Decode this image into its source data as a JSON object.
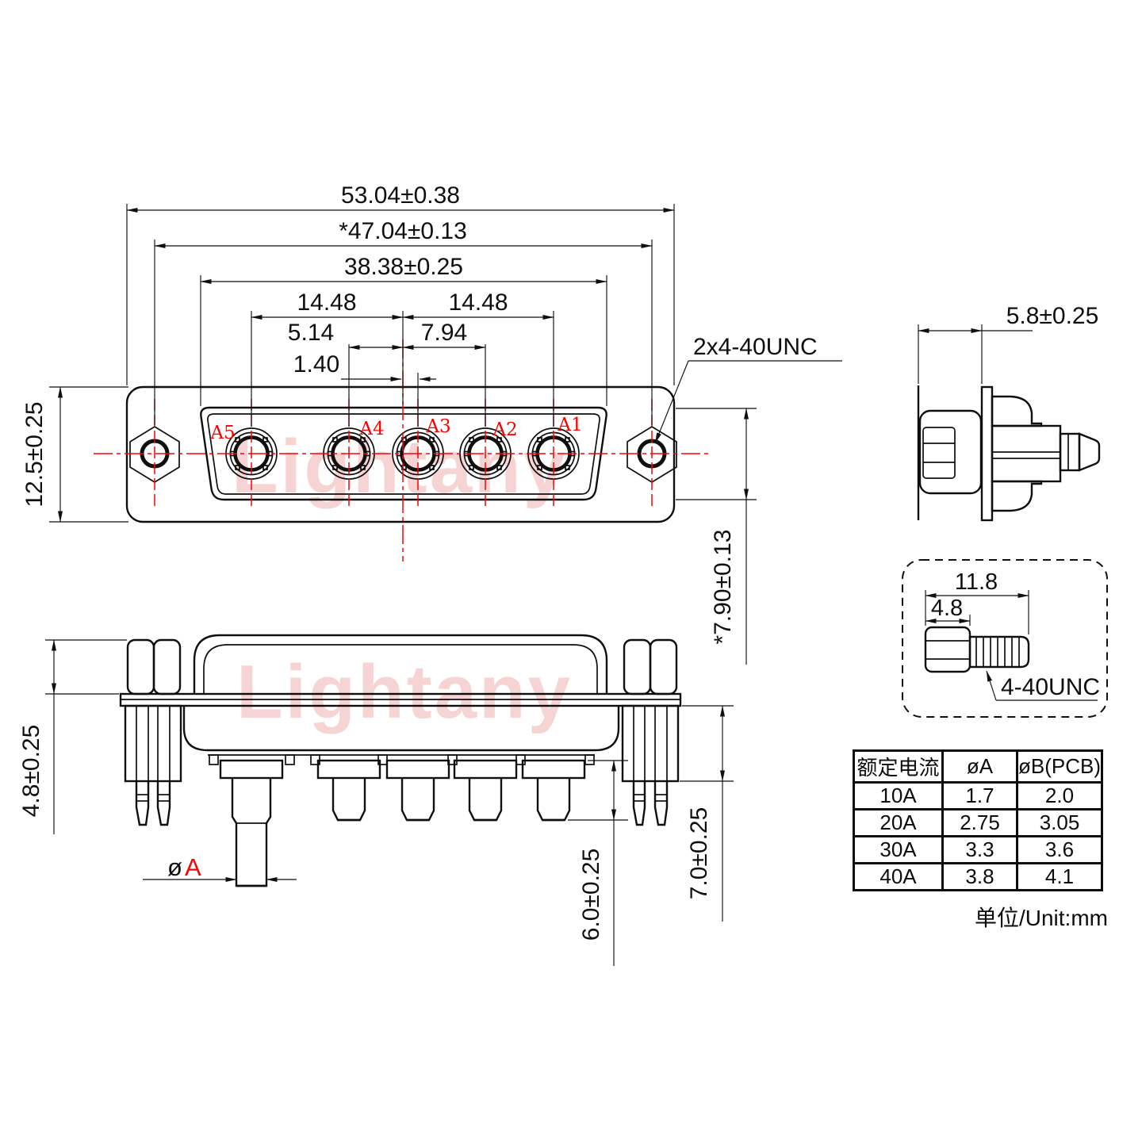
{
  "watermark": {
    "text": "Lightany",
    "color": "#f6caca"
  },
  "front_view": {
    "contacts": [
      "A5",
      "A4",
      "A3",
      "A2",
      "A1"
    ],
    "dim_overall_width": "53.04±0.38",
    "dim_mount_pitch": "*47.04±0.13",
    "dim_shell_width": "38.38±0.25",
    "dim_a5_to_center": "14.48",
    "dim_center_to_a1": "14.48",
    "dim_a4_to_center": "5.14",
    "dim_center_to_a2": "7.94",
    "dim_center_to_a3": "1.40",
    "dim_flange_height": "12.5±0.25",
    "dim_shell_height": "*7.90±0.13",
    "label_thread_holes": "2x4-40UNC"
  },
  "side_view": {
    "dim_depth": "5.8±0.25"
  },
  "screw_detail": {
    "dim_total_length": "11.8",
    "dim_head_length": "4.8",
    "label_thread": "4-40UNC"
  },
  "bottom_view": {
    "dim_standoff_height": "4.8±0.25",
    "dim_pin_tail_length": "6.0±0.25",
    "dim_boardlock_length": "7.0±0.25",
    "label_pin_dia_symbol": "ø",
    "label_pin_dia_letter": "A"
  },
  "spec_table": {
    "headers": [
      "额定电流",
      "øA",
      "øB(PCB)"
    ],
    "rows": [
      [
        "10A",
        "1.7",
        "2.0"
      ],
      [
        "20A",
        "2.75",
        "3.05"
      ],
      [
        "30A",
        "3.3",
        "3.6"
      ],
      [
        "40A",
        "3.8",
        "4.1"
      ]
    ],
    "unit_note": "单位/Unit:mm"
  }
}
